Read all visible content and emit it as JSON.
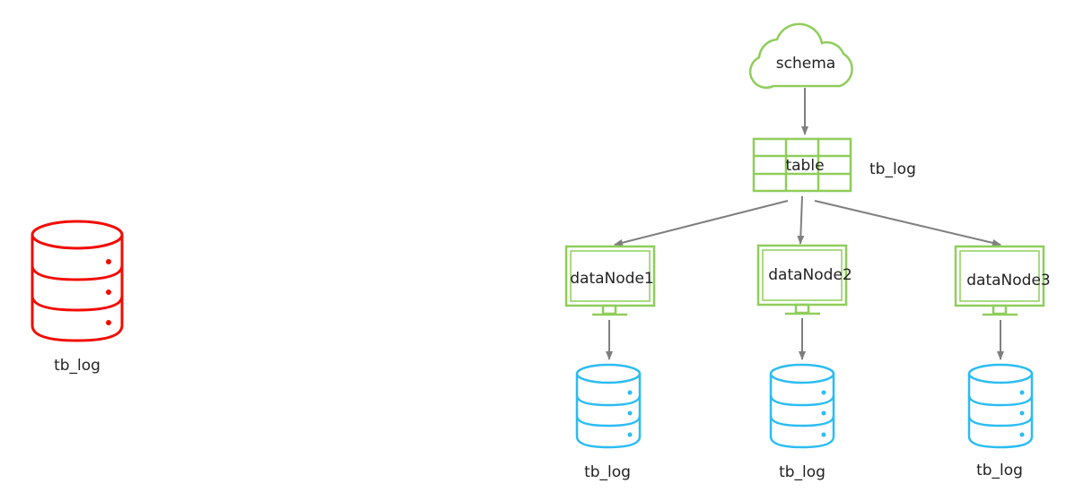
{
  "colors": {
    "single_db": "#f20c00",
    "node": "#8fcd5a",
    "shard_db": "#2bbcf2",
    "arrow": "#7f7f7f",
    "text": "#222222"
  },
  "icons": {
    "single_db": "database-icon",
    "schema": "cloud-icon",
    "table": "table-grid-icon",
    "datanode": "monitor-icon",
    "shard_db": "database-icon"
  },
  "left": {
    "db_label": "tb_log"
  },
  "right": {
    "schema_label": "schema",
    "table_label": "table",
    "table_name": "tb_log",
    "nodes": [
      {
        "label": "dataNode1",
        "db_label": "tb_log"
      },
      {
        "label": "dataNode2",
        "db_label": "tb_log"
      },
      {
        "label": "dataNode3",
        "db_label": "tb_log"
      }
    ]
  }
}
